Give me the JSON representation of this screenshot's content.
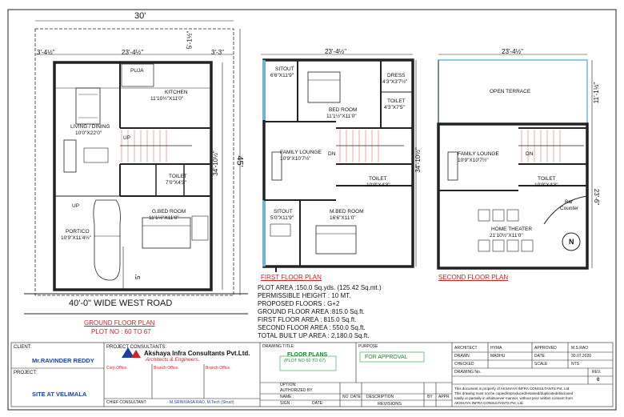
{
  "dims": {
    "gf_top": "30'",
    "gf_left": "3'-4½\"",
    "gf_mid": "23'-4½\"",
    "gf_right": "3'-3\"",
    "gf_side5": "5'-1½\"",
    "gf_height45": "45'",
    "gf_height34": "34'-10½\"",
    "gf_bottom5": "5'",
    "ff_top": "23'-4½\"",
    "ff_side": "34'-10½\"",
    "sf_top": "23'-4½\"",
    "sf_side11": "11'-1½\"",
    "sf_side23": "23'-6\""
  },
  "ground": {
    "road": "40'-0\" WIDE WEST ROAD",
    "title": "GROUND FLOOR PLAN",
    "plot_no": "PLOT NO : 60 TO 67",
    "rooms": {
      "puja": "PUJA",
      "kitchen": "KITCHEN",
      "kitchen_size": "11'10½\"X11'0\"",
      "living": "LIVING / DINING",
      "living_size": "10'0\"X22'0\"",
      "up": "UP",
      "toilet": "TOILET",
      "toilet_size": "7'0\"X4'3\"",
      "gbed": "G.BED ROOM",
      "gbed_size": "11'1½\"X11'0\"",
      "up2": "UP",
      "portico": "PORTICO",
      "portico_size": "10'9\"X11'4½\""
    }
  },
  "first": {
    "title": "FIRST FLOOR PLAN",
    "rooms": {
      "sitout1": "SITOUT",
      "sitout1_size": "6'6\"X11'9\"",
      "dress": "DRESS",
      "dress_size": "4'3\"X3'7½\"",
      "bed": "BED ROOM",
      "bed_size": "11'1½\"X11'0\"",
      "toilet1": "TOILET",
      "toilet1_size": "4'3\"X7'5\"",
      "lounge": "FAMILY LOUNGE",
      "lounge_size": "10'9\"X10'7½\"",
      "dn": "DN",
      "toilet2": "TOILET",
      "toilet2_size": "10'9\"X4'3\"",
      "sitout2": "SITOUT",
      "sitout2_size": "5'0\"X11'9\"",
      "mbed": "M.BED ROOM",
      "mbed_size": "16'6\"X11'0\""
    }
  },
  "second": {
    "title": "SECOND FLOOR PLAN",
    "rooms": {
      "terrace": "OPEN TERRACE",
      "lounge": "FAMILY LOUNGE",
      "lounge_size": "10'9\"X10'7½\"",
      "dn": "DN",
      "toilet": "TOILET",
      "toilet_size": "10'9\"X4'3\"",
      "bar": "Bar",
      "bar2": "Counter",
      "theater": "HOME THEATER",
      "theater_size": "21'10½\"X11'0\""
    }
  },
  "specs": [
    "PLOT AREA :150.0 Sq.yds. (125.42 Sq.mt.)",
    "PERMISSIBLE HEIGHT : 10 MT.",
    "PROPOSED FLOORS : G+2",
    "GROUND FLOOR AREA :815.0 Sq.ft.",
    "FIRST FLOOR AREA : 815.0 Sq.ft.",
    "SECOND FLOOR AREA : 550.0 Sq.ft.",
    "TOTAL BUILT UP AREA : 2,180.0 Sq.ft."
  ],
  "titleblock": {
    "client_label": "CLIENT:",
    "client": "Mr.RAVINDER REDDY",
    "project_label": "PROJECT:",
    "project": "SITE AT VELIMALA",
    "consultants_label": "PROJECT CONSULTANTS:",
    "company": "Akshaya Infra Consultants Pvt.Ltd.",
    "company_sub": "Architects & Engineers.",
    "corp": "Corp.Office.",
    "branch": "Branch Office.",
    "branch2": "Branch Office.",
    "chief_label": "CHIEF CONSULTANT:",
    "chief": "M.SRINIVASA RAO, M.Tech (Struct)",
    "drawing_title_label": "DRAWING TITLE:",
    "drawing_title": "FLOOR PLANS",
    "drawing_title2": "(PLOT NO 60 TO 67)",
    "purpose_label": "PURPOSE",
    "purpose": "FOR APPROVAL",
    "option_label": "OPTION:",
    "authorized_label": "AUTHORIZED BY",
    "name_label": "NAME :",
    "sign_label": "SIGN :",
    "date_label": "DATE:",
    "architect_label": "ARCHITECT",
    "architect": "HYMA",
    "approved_label": "APPROVED",
    "approved": "M.S.RAO",
    "drawn_label": "DRAWN",
    "drawn": "MADHU",
    "date2_label": "DATE",
    "date2": "30.07.2020",
    "checked_label": "CHECKED",
    "scale_label": "SCALE",
    "scale": "NTS",
    "drawing_no_label": "DRAWING No.",
    "rev_label": "REV.",
    "rev": "0",
    "no_label": "NO",
    "date3_label": "DATE",
    "desc_label": "DESCRIPTION",
    "by_label": "BY",
    "appr_label": "APPR",
    "revisions": "REVISIONS",
    "copyright1": "This document is property of AKSHAYA INFRA CONSULTANTS Pvt. Ltd.",
    "copyright2": "This drawing must not be copied/reproduced/retained/duplicated/disclosed",
    "copyright3": "totally or partially in whatsoever manner, without prior written consent from",
    "copyright4": "AKSHAYA INFRA CONSULTANTS Pvt. Ltd."
  },
  "north": "N"
}
